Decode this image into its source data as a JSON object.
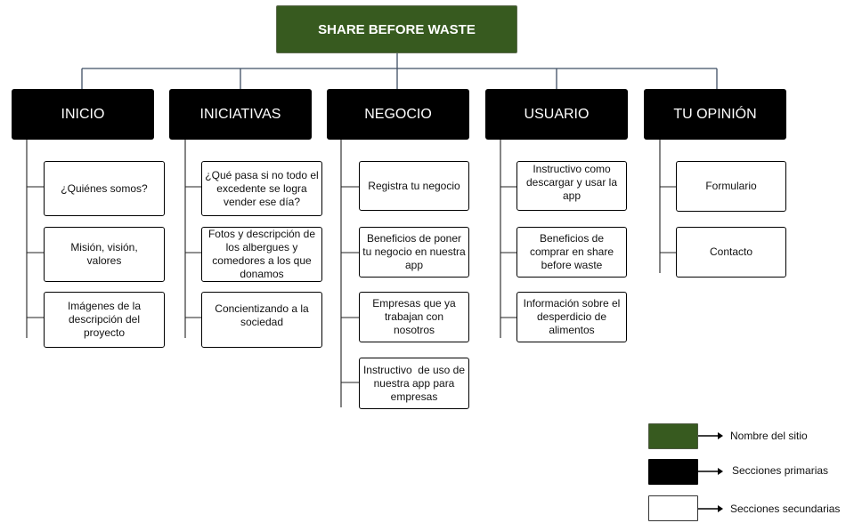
{
  "site_name": "SHARE BEFORE WASTE",
  "colors": {
    "site": "#375a1f",
    "primary": "#000000",
    "secondary": "#ffffff",
    "connector": "#3f4f63"
  },
  "sections": [
    {
      "title": "INICIO",
      "items": [
        "¿Quiénes somos?",
        "Misión, visión, valores",
        "Imágenes de la descripción del proyecto"
      ]
    },
    {
      "title": "INICIATIVAS",
      "items": [
        "¿Qué pasa si no todo el excedente se logra vender ese día?",
        "Fotos y descripción de los albergues y comedores a los que donamos",
        "Concientizando a la sociedad"
      ]
    },
    {
      "title": "NEGOCIO",
      "items": [
        "Registra tu negocio",
        "Beneficios de poner tu negocio en nuestra app",
        "Empresas que ya trabajan con nosotros",
        "Instructivo  de uso de nuestra app para empresas"
      ]
    },
    {
      "title": "USUARIO",
      "items": [
        "Instructivo como descargar y usar la app",
        "Beneficios de comprar en share before waste",
        "Información sobre el desperdicio de alimentos"
      ]
    },
    {
      "title": "TU OPINIÓN",
      "items": [
        "Formulario",
        "Contacto"
      ]
    }
  ],
  "legend": [
    {
      "swatch": "site",
      "label": "Nombre del sitio"
    },
    {
      "swatch": "primary",
      "label": "Secciones primarias"
    },
    {
      "swatch": "secondary",
      "label": "Secciones secundarias"
    }
  ]
}
